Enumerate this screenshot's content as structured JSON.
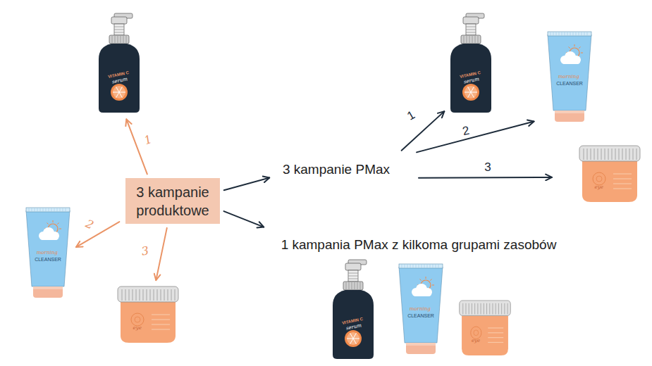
{
  "diagram": {
    "nodes": [
      {
        "text": [
          "3 kampanie produktowe"
        ]
      },
      {
        "text": [
          "VITAMIN C",
          "serum"
        ]
      },
      {
        "text": [
          "morning",
          "CLEANSER"
        ]
      },
      {
        "text": [
          "eye"
        ]
      },
      {
        "text": [
          "3 kampanie PMax"
        ]
      },
      {
        "text": [
          "VITAMIN C",
          "serum"
        ]
      },
      {
        "text": [
          "morning",
          "CLEANSER"
        ]
      },
      {
        "text": [
          "eye"
        ]
      },
      {
        "text": [
          "1 kampania PMax z kilkoma grupami zasobów"
        ]
      },
      {
        "text": [
          "VITAMIN C",
          "serum"
        ]
      },
      {
        "text": [
          "morning",
          "CLEANSER"
        ]
      },
      {
        "text": [
          "eye"
        ]
      }
    ],
    "edges": [
      {
        "from": 0,
        "to": 1,
        "label": "1",
        "arrow": "to"
      },
      {
        "from": 0,
        "to": 2,
        "label": "2",
        "arrow": "to"
      },
      {
        "from": 0,
        "to": 3,
        "label": "3",
        "arrow": "to"
      },
      {
        "from": 0,
        "to": 4,
        "arrow": "to"
      },
      {
        "from": 0,
        "to": 8,
        "arrow": "to"
      },
      {
        "from": 4,
        "to": 5,
        "label": "1",
        "arrow": "to"
      },
      {
        "from": 4,
        "to": 6,
        "label": "2",
        "arrow": "to"
      },
      {
        "from": 4,
        "to": 7,
        "label": "3",
        "arrow": "to"
      }
    ]
  }
}
